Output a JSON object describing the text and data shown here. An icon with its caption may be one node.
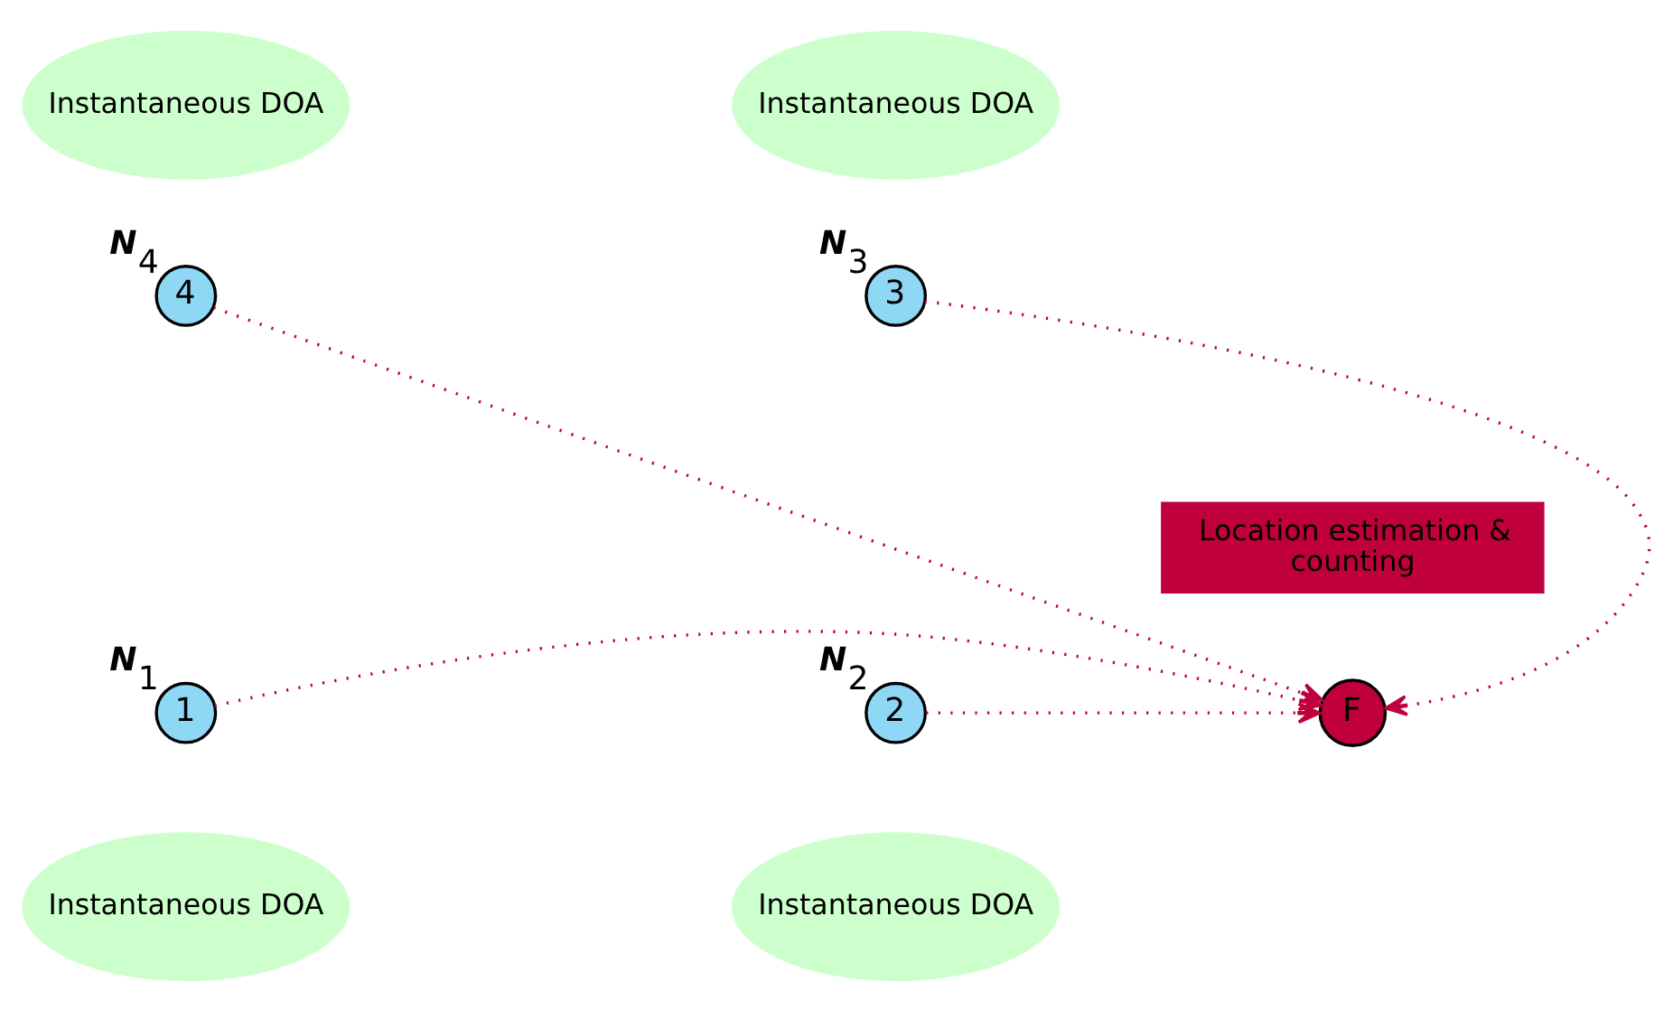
{
  "diagram": {
    "nodes": [
      {
        "text": [
          "Instantaneous DOA"
        ]
      },
      {
        "text": [
          "Instantaneous DOA"
        ]
      },
      {
        "text": [
          "4"
        ],
        "beside": [
          "N$_{4}$"
        ]
      },
      {
        "text": [
          "3"
        ],
        "beside": [
          "N$_{3}$"
        ]
      },
      {
        "text": [
          "1"
        ],
        "beside": [
          "N$_{1}$"
        ]
      },
      {
        "text": [
          "2"
        ],
        "beside": [
          "N$_{2}$"
        ]
      },
      {
        "text": [
          "Location estimation & counting"
        ]
      },
      {
        "text": [
          "F"
        ]
      },
      {
        "text": [
          "Instantaneous DOA"
        ]
      },
      {
        "text": [
          "Instantaneous DOA"
        ]
      }
    ],
    "edges": [
      {
        "from": 2,
        "to": 7,
        "arrow": "to",
        "style": "dashed",
        "color": "#c0003c"
      },
      {
        "from": 3,
        "to": 7,
        "arrow": "to",
        "style": "dashed",
        "color": "#c0003c"
      },
      {
        "from": 4,
        "to": 7,
        "arrow": "to",
        "style": "dashed",
        "color": "#c0003c"
      },
      {
        "from": 5,
        "to": 7,
        "arrow": "to",
        "style": "dashed",
        "color": "#c0003c"
      }
    ]
  }
}
